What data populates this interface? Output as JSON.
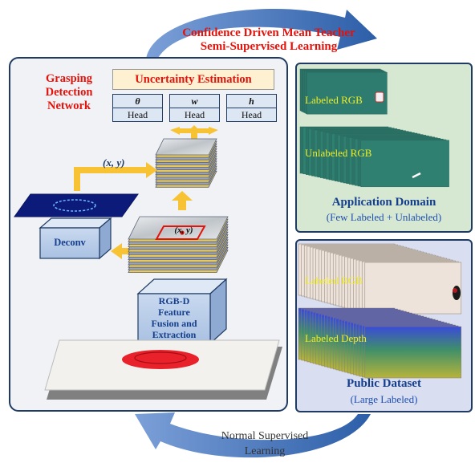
{
  "top_arrow": {
    "line1": "Confidence Driven Mean Teacher",
    "line2": "Semi-Supervised Learning"
  },
  "bottom_arrow": {
    "line1": "Normal Supervised",
    "line2": "Learning"
  },
  "network": {
    "title_lines": [
      "Grasping",
      "Detection",
      "Network"
    ],
    "uncertainty": "Uncertainty Estimation",
    "heads": [
      {
        "symbol": "θ",
        "label": "Head"
      },
      {
        "symbol": "w",
        "label": "Head"
      },
      {
        "symbol": "h",
        "label": "Head"
      }
    ],
    "xy_label": "(x, y)",
    "center_label": "(x, y)",
    "deconv": "Deconv",
    "fusion_lines": [
      "RGB-D",
      "Feature",
      "Fusion and",
      "Extraction"
    ]
  },
  "application": {
    "labeled_rgb": "Labeled RGB",
    "unlabeled_rgb": "Unlabeled RGB",
    "title": "Application Domain",
    "subtitle": "(Few Labeled + Unlabeled)"
  },
  "public": {
    "labeled_rgb": "Labeled RGB",
    "labeled_depth": "Labeled Depth",
    "title": "Public Dataset",
    "subtitle": "(Large Labeled)"
  },
  "colors": {
    "accent_red": "#e3120b",
    "accent_blue": "#153e8c",
    "arrow_blue": "#2e5fa8",
    "arrow_orange": "#f7c335"
  }
}
